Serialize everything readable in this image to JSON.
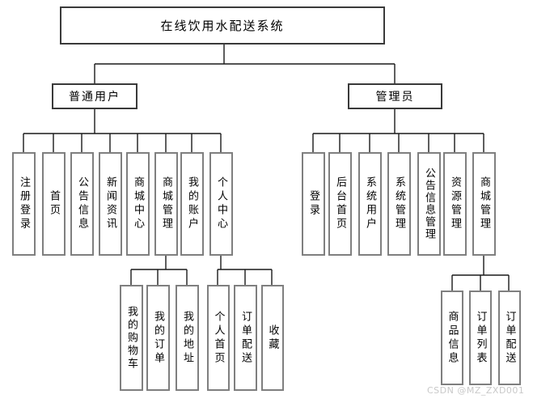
{
  "watermark": "CSDN @MZ_ZXD001",
  "colors": {
    "background": "#ffffff",
    "connector_line": "#1a1a1a",
    "top_box_border": "#3a3a3a",
    "feature_box_border": "#7f7f7f",
    "text": "#000000",
    "watermark_text": "#c9c9c9"
  },
  "tree": {
    "root": {
      "label": "在线饮用水配送系统"
    },
    "branches": [
      {
        "label": "普通用户",
        "children": [
          {
            "label": "注册登录"
          },
          {
            "label": "首页"
          },
          {
            "label": "公告信息"
          },
          {
            "label": "新闻资讯"
          },
          {
            "label": "商城中心"
          },
          {
            "label": "商城管理",
            "children": [
              {
                "label": "我的购物车"
              },
              {
                "label": "我的订单"
              },
              {
                "label": "我的地址"
              }
            ]
          },
          {
            "label": "我的账户"
          },
          {
            "label": "个人中心",
            "children": [
              {
                "label": "个人首页"
              },
              {
                "label": "订单配送"
              },
              {
                "label": "收藏"
              }
            ]
          }
        ]
      },
      {
        "label": "管理员",
        "children": [
          {
            "label": "登录"
          },
          {
            "label": "后台首页"
          },
          {
            "label": "系统用户"
          },
          {
            "label": "系统管理"
          },
          {
            "label": "公告信息管理"
          },
          {
            "label": "资源管理"
          },
          {
            "label": "商城管理",
            "children": [
              {
                "label": "商品信息"
              },
              {
                "label": "订单列表"
              },
              {
                "label": "订单配送"
              }
            ]
          }
        ]
      }
    ]
  }
}
